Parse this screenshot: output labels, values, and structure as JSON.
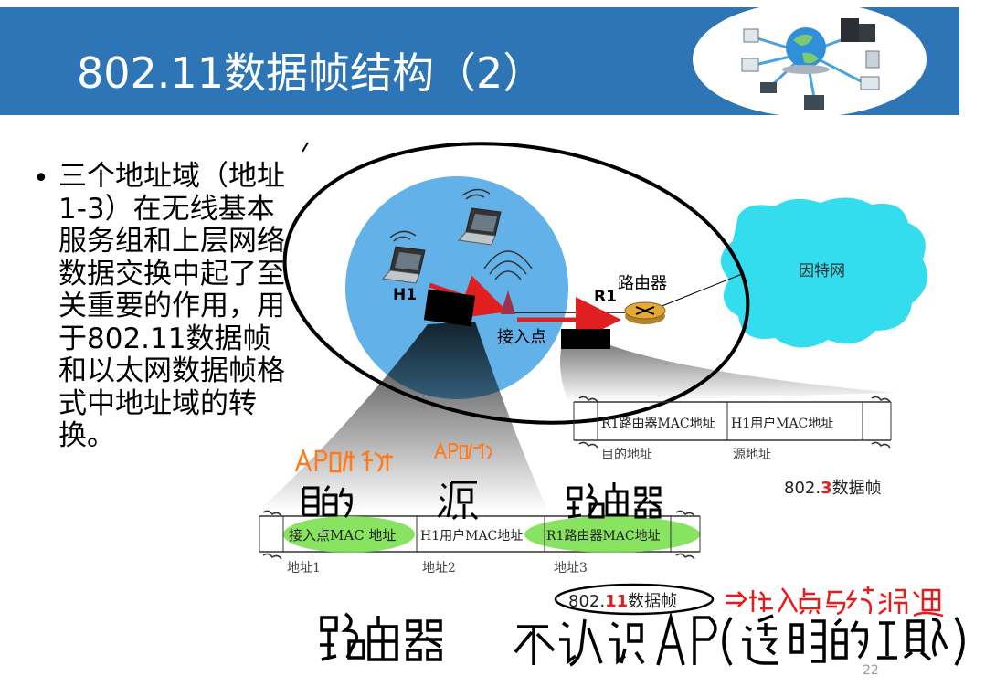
{
  "slide": {
    "title": "802.11数据帧结构（2）",
    "bullet": "三个地址域（地址1-3）在无线基本服务组和上层网络数据交换中起了至关重要的作用，用于802.11数据帧和以太网数据帧格式中地址域的转换。",
    "page_number": "22"
  },
  "diagram": {
    "h1_label": "H1",
    "r1_label": "R1",
    "router_label": "路由器",
    "ap_label": "接入点",
    "internet_label": "因特网"
  },
  "frame_8023": {
    "fields": [
      "R1路由器MAC地址",
      "H1用户MAC地址"
    ],
    "captions": [
      "目的地址",
      "源地址"
    ],
    "name_prefix": "802.",
    "name_number": "3",
    "name_suffix": "数据帧"
  },
  "frame_80211": {
    "fields": [
      "接入点MAC 地址",
      "H1用户MAC地址",
      "R1路由器MAC地址"
    ],
    "captions": [
      "地址1",
      "地址2",
      "地址3"
    ],
    "name_prefix": "802.",
    "name_number": "11",
    "name_suffix": "数据帧"
  },
  "handwriting": {
    "note_ap_dest": "AP的终端",
    "note_ap_src": "AP的终端",
    "note_dest": "目的",
    "note_src": "源",
    "note_router": "路由器",
    "note_arrow": "⇒接入点与终端通信",
    "note_bottom": "路由器 不认识 AP（透明的工具）"
  },
  "colors": {
    "header_bg": "#2e75b6",
    "bss_circle": "#5aaee8",
    "internet_cloud": "#33ddee",
    "highlight": "#7be04f",
    "arrow_red": "#e02020",
    "red_emphasis": "#e02020"
  },
  "icons": [
    "network-globe-icon",
    "laptop-icon",
    "antenna-icon",
    "router-icon",
    "cloud-icon"
  ]
}
